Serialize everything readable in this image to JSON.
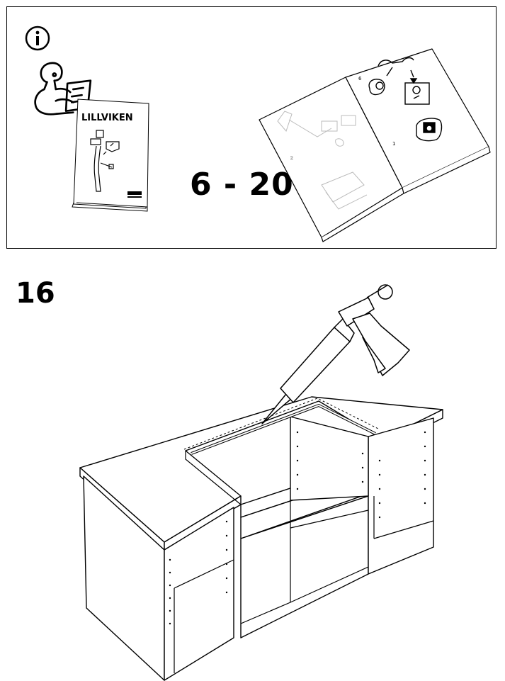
{
  "info_panel": {
    "icon": "info-icon",
    "booklet_title": "LILLVIKEN",
    "page_range": "6 - 20",
    "open_manual_page_numbers": [
      "6",
      "1"
    ]
  },
  "step": {
    "number": "16"
  }
}
